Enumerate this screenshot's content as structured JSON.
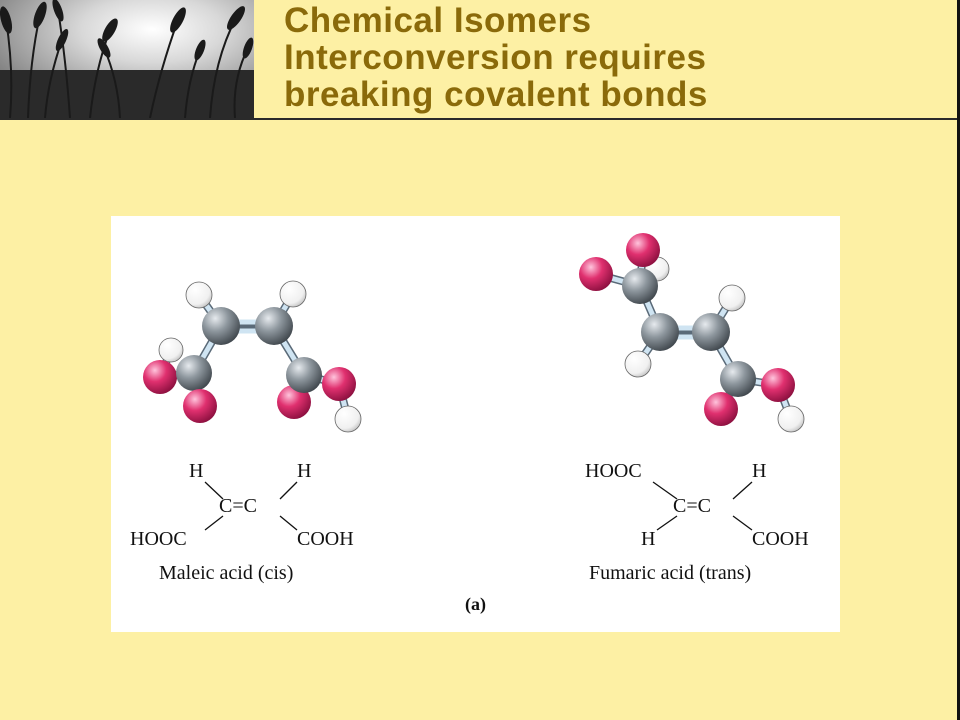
{
  "slide": {
    "title_lines": [
      "Chemical Isomers",
      "Interconversion requires",
      "breaking covalent bonds"
    ]
  },
  "figure": {
    "panel_label": "(a)",
    "maleic": {
      "caption": "Maleic acid (cis)",
      "formula": {
        "top_left": "H",
        "top_right": "H",
        "center": "C=C",
        "bottom_left": "HOOC",
        "bottom_right": "COOH"
      }
    },
    "fumaric": {
      "caption": "Fumaric acid (trans)",
      "formula": {
        "top_left": "HOOC",
        "top_right": "H",
        "center": "C=C",
        "bottom_left": "H",
        "bottom_right": "COOH"
      }
    }
  },
  "colors": {
    "background": "#fdf0a4",
    "title": "#8a6a0a",
    "carbon": "#8e979e",
    "oxygen": "#e0306f",
    "hydrogen": "#f4f4f4",
    "bond": "#cfe4f2"
  }
}
